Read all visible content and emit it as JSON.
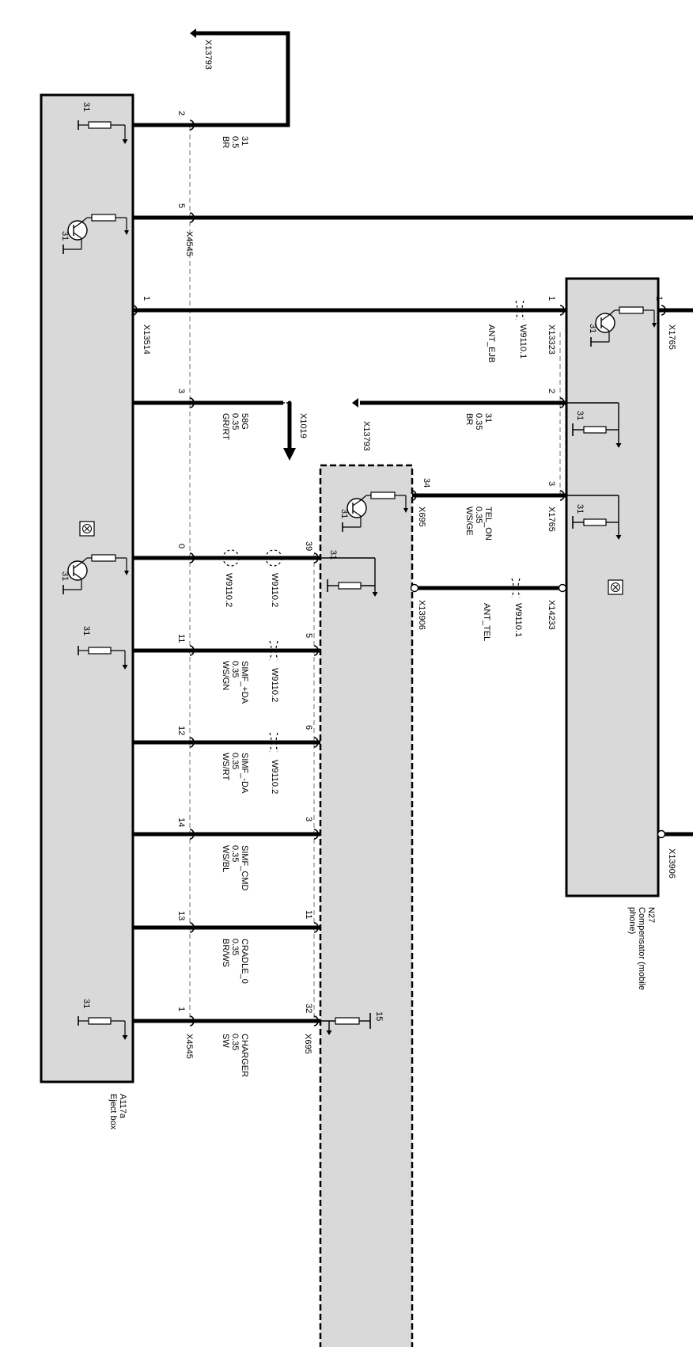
{
  "diagram": {
    "eject_box": {
      "code": "A117a",
      "name": "Eject box"
    },
    "compensator": {
      "code": "N27",
      "name_line1": "Compensator (mobile",
      "name_line2": "phone)"
    },
    "ground_31": "31",
    "supply_15": "15",
    "connectors": {
      "x13793": "X13793",
      "x4545": "X4545",
      "x13514": "X13514",
      "x13323": "X13323",
      "x1765": "X1765",
      "x1019": "X1019",
      "x695": "X695",
      "x13906": "X13906",
      "x14233": "X14233"
    },
    "antenna": {
      "w9110_1": "W9110.1",
      "w9110_2": "W9110.2",
      "ant_ejb": "ANT_EJB",
      "ant_tel": "ANT_TEL"
    },
    "pins": {
      "ej_2": "2",
      "ej_5": "5",
      "ej_1a": "1",
      "ej_3": "3",
      "ej_0": "0",
      "ej_11": "11",
      "ej_12": "12",
      "ej_14": "14",
      "ej_13": "13",
      "ej_1b": "1",
      "n27_1a": "1",
      "n27_1b": "1",
      "n27_2": "2",
      "n27_3": "3",
      "m_34": "34",
      "m_39": "39",
      "m_5": "5",
      "m_6": "6",
      "m_3": "3",
      "m_11": "11",
      "m_32": "32"
    },
    "wires": {
      "w1": {
        "signal": "31",
        "size": "0.5",
        "color": "BR"
      },
      "w2": {
        "signal": "58G",
        "size": "0.35",
        "color": "GR/RT"
      },
      "w3": {
        "signal": "31",
        "size": "0.35",
        "color": "BR"
      },
      "w4": {
        "signal": "TEL_ON",
        "size": "0.35",
        "color": "WS/GE"
      },
      "w5": {
        "signal": "SIMF_+DA",
        "size": "0.35",
        "color": "WS/GN"
      },
      "w6": {
        "signal": "SIMF_-DA",
        "size": "0.35",
        "color": "WS/RT"
      },
      "w7": {
        "signal": "SIMF_CMD",
        "size": "0.35",
        "color": "WS/BL"
      },
      "w8": {
        "signal": "CRADLE_0",
        "size": "0.35",
        "color": "BR/WS"
      },
      "w9": {
        "signal": "CHARGER",
        "size": "0.35",
        "color": "SW"
      }
    }
  }
}
